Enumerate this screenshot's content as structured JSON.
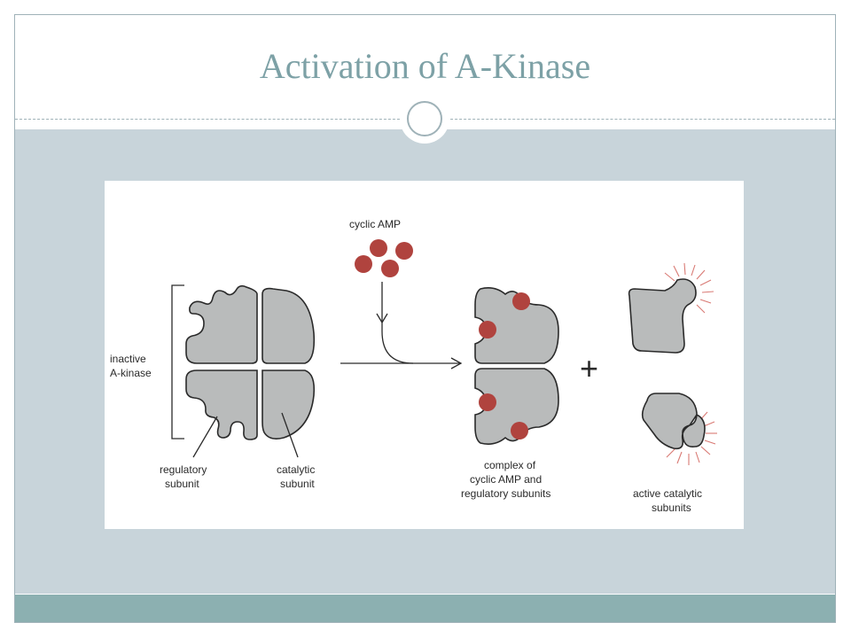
{
  "slide": {
    "title": "Activation of A-Kinase"
  },
  "figure": {
    "cyclic_amp_label": "cyclic AMP",
    "inactive_label": [
      "inactive",
      "A-kinase"
    ],
    "regulatory_label": [
      "regulatory",
      "subunit"
    ],
    "catalytic_label": [
      "catalytic",
      "subunit"
    ],
    "complex_label": [
      "complex of",
      "cyclic AMP and",
      "regulatory subunits"
    ],
    "plus_sign": "+",
    "active_label": [
      "active catalytic",
      "subunits"
    ]
  },
  "colors": {
    "title": "#7da1a6",
    "content_band": "#c8d4da",
    "footer_band": "#8cb0b1",
    "subunit_fill": "#b9bbbb",
    "camp_fill": "#b0433e",
    "activity_rays": "#d97a74"
  }
}
